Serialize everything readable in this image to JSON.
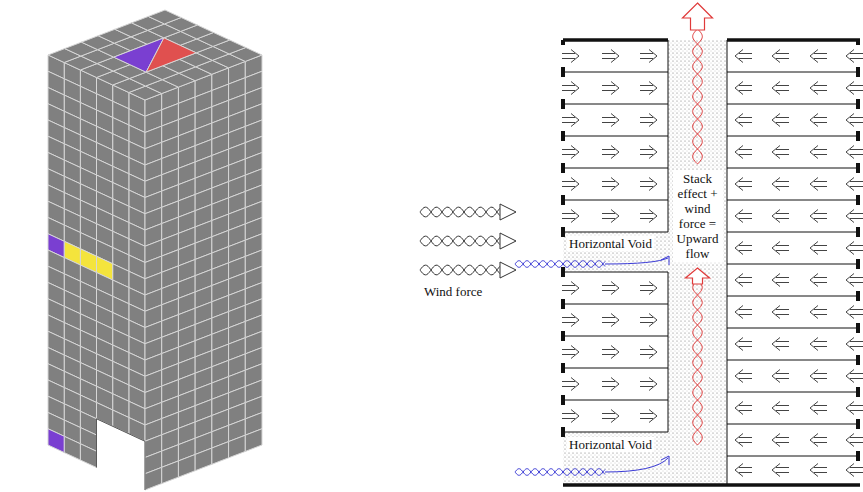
{
  "diagram": {
    "nodes": [
      {
        "text": [
          "Stack effect + wind force = Upward flow"
        ]
      },
      {
        "text": [
          "Horizontal Void"
        ]
      },
      {
        "text": [
          "Horizontal Void"
        ]
      }
    ],
    "labels": [
      "Wind force"
    ]
  }
}
